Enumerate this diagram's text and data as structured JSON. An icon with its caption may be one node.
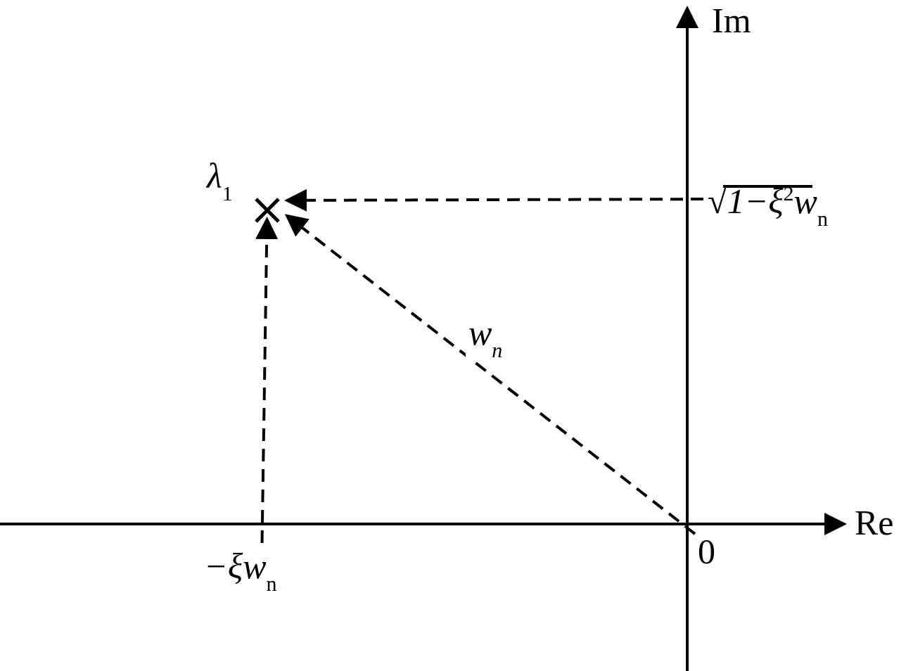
{
  "diagram": {
    "nodes": [
      {
        "text": [
          "λ$_{1}$"
        ]
      },
      {
        "text": [
          "−ξw$_{n}$"
        ]
      },
      {
        "text": [
          "√1−ξ$^{2}$w$_{n}$"
        ]
      },
      {
        "text": [
          "0"
        ]
      }
    ],
    "edges": [
      {
        "from": 1,
        "to": 0,
        "arrow": "to",
        "style": "dashed"
      },
      {
        "from": 2,
        "to": 0,
        "arrow": "to",
        "style": "dashed"
      },
      {
        "from": 3,
        "to": 0,
        "arrow": "to",
        "style": "dashed",
        "label": "w$_{n}$"
      }
    ],
    "labels": [
      "Im",
      "Re"
    ]
  }
}
